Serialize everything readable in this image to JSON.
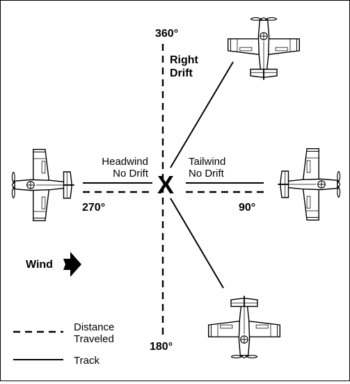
{
  "headings": {
    "north": "360°",
    "south": "180°",
    "east": "90°",
    "west": "270°"
  },
  "center_mark": "X",
  "labels": {
    "right_drift_line1": "Right",
    "right_drift_line2": "Drift",
    "headwind_line1": "Headwind",
    "headwind_line2": "No Drift",
    "tailwind_line1": "Tailwind",
    "tailwind_line2": "No Drift",
    "wind": "Wind"
  },
  "legend": {
    "dashed_line1": "Distance",
    "dashed_line2": "Traveled",
    "solid": "Track"
  },
  "colors": {
    "ink": "#000000",
    "background": "#ffffff",
    "plane_fill": "#ffffff"
  }
}
